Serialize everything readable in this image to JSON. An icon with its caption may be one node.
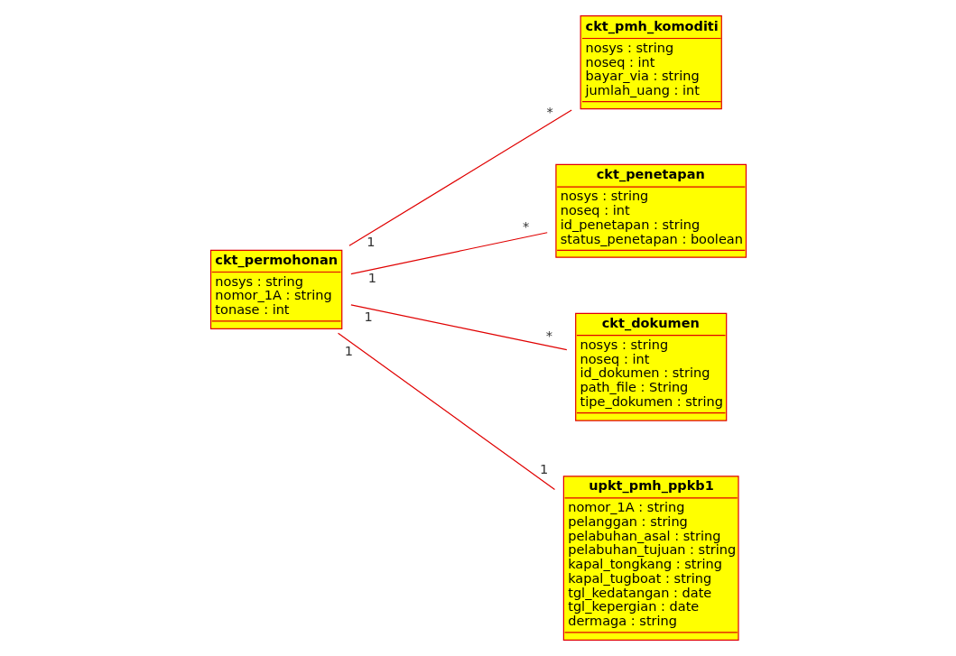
{
  "diagram": {
    "nodes": [
      {
        "text": [
          "ckt_permohonan",
          "nosys : string",
          "nomor_1A : string",
          "tonase : int"
        ]
      },
      {
        "text": [
          "ckt_pmh_komoditi",
          "nosys : string",
          "noseq : int",
          "bayar_via : string",
          "jumlah_uang : int"
        ]
      },
      {
        "text": [
          "ckt_penetapan",
          "nosys : string",
          "noseq : int",
          "id_penetapan : string",
          "status_penetapan : boolean"
        ]
      },
      {
        "text": [
          "ckt_dokumen",
          "nosys : string",
          "noseq : int",
          "id_dokumen : string",
          "path_file : String",
          "tipe_dokumen : string"
        ]
      },
      {
        "text": [
          "upkt_pmh_ppkb1",
          "nomor_1A : string",
          "pelanggan : string",
          "pelabuhan_asal : string",
          "pelabuhan_tujuan : string",
          "kapal_tongkang : string",
          "kapal_tugboat : string",
          "tgl_kedatangan : date",
          "tgl_kepergian : date",
          "dermaga : string"
        ]
      }
    ],
    "edges": [
      {
        "from": 0,
        "to": 1,
        "arrow": "none"
      },
      {
        "from": 0,
        "to": 2,
        "arrow": "none"
      },
      {
        "from": 0,
        "to": 3,
        "arrow": "none"
      },
      {
        "from": 0,
        "to": 4,
        "arrow": "none"
      }
    ],
    "labels": [
      "*",
      "1",
      "1",
      "*",
      "1",
      "1",
      "1",
      "*"
    ]
  }
}
